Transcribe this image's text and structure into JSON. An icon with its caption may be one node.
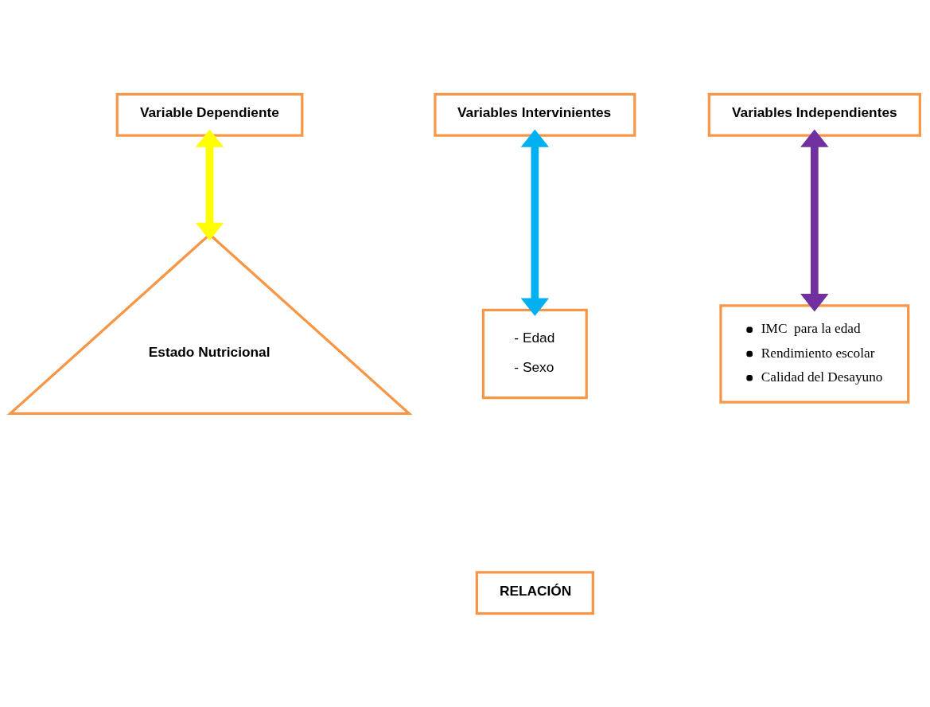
{
  "diagram": {
    "nodes": [
      {
        "text": [
          "Variable Dependiente"
        ]
      },
      {
        "text": [
          "Variables Intervinientes"
        ]
      },
      {
        "text": [
          "Variables Independientes"
        ]
      },
      {
        "text": [
          "Estado Nutricional"
        ]
      },
      {
        "text": [
          "- Edad",
          "- Sexo"
        ]
      },
      {
        "text": [
          "IMC  para la edad",
          "Rendimiento escolar",
          "Calidad del Desayuno"
        ]
      },
      {
        "text": [
          "RELACIÓN"
        ]
      }
    ],
    "edges": [
      {
        "from": 0,
        "to": 3,
        "arrow": "both",
        "color": "#ffff00"
      },
      {
        "from": 1,
        "to": 4,
        "arrow": "both",
        "color": "#00b0f0"
      },
      {
        "from": 2,
        "to": 5,
        "arrow": "both",
        "color": "#7030a0"
      }
    ]
  }
}
